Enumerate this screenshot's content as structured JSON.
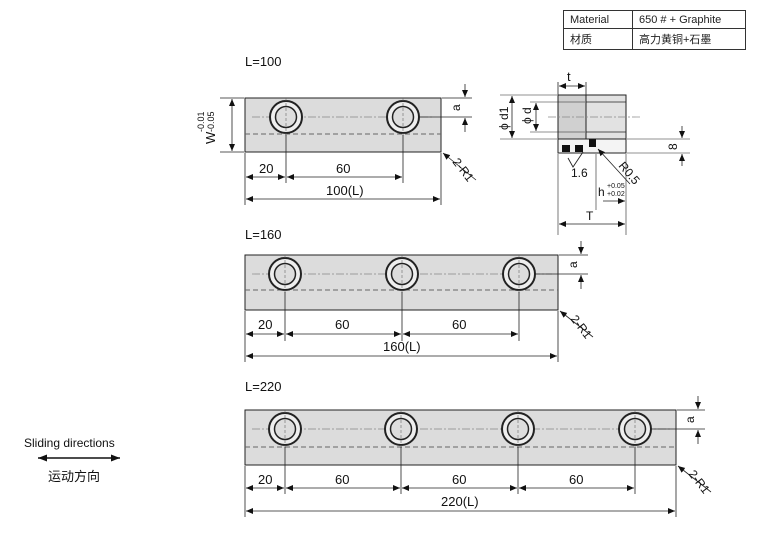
{
  "material_table": {
    "rows": [
      {
        "label": "Material",
        "value": "650 # + Graphite"
      },
      {
        "label": "材质",
        "value": "高力黄铜+石墨"
      }
    ]
  },
  "plates": [
    {
      "title": "L=100",
      "hole_count": 2,
      "width_label": "W",
      "tolerance_upper": "-0.01",
      "tolerance_lower": "-0.05",
      "offset_label": "a",
      "chamfer_label": "2-R1",
      "dims": [
        "20",
        "60"
      ],
      "length_label": "100(L)"
    },
    {
      "title": "L=160",
      "hole_count": 3,
      "offset_label": "a",
      "chamfer_label": "2-R1",
      "dims": [
        "20",
        "60",
        "60"
      ],
      "length_label": "160(L)"
    },
    {
      "title": "L=220",
      "hole_count": 4,
      "offset_label": "a",
      "chamfer_label": "2-R1",
      "dims": [
        "20",
        "60",
        "60",
        "60"
      ],
      "length_label": "220(L)"
    }
  ],
  "section": {
    "t_label": "t",
    "d1_label": "ϕ d1",
    "d_label": "ϕ d",
    "dim_8": "8",
    "roughness": "1.6",
    "radius": "R0.5",
    "h_label": "h",
    "h_tol_upper": "+0.05",
    "h_tol_lower": "+0.02",
    "T_label": "T"
  },
  "sliding": {
    "en": "Sliding directions",
    "zh": "运动方向"
  }
}
